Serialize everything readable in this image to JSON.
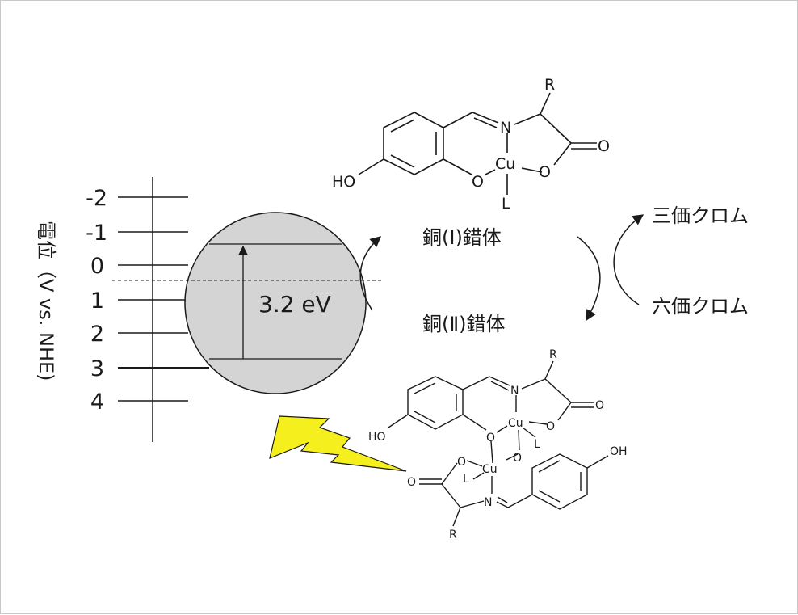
{
  "energy_axis": {
    "label": "電位（V vs. NHE)",
    "ticks": [
      "-2",
      "-1",
      "0",
      "1",
      "2",
      "3",
      "4"
    ]
  },
  "band_gap": {
    "label": "3.2 eV"
  },
  "cycle": {
    "cu1_complex": "銅(Ⅰ)錯体",
    "cu2_complex": "銅(Ⅱ)錯体",
    "cr3": "三価クロム",
    "cr6": "六価クロム"
  },
  "molecule_top": {
    "substituent": "R",
    "nitrogen": "N",
    "metal": "Cu",
    "carbonyl_o": "O",
    "phenol_o": "O",
    "ring_o": "O",
    "ligand": "L",
    "hydroxyl": "HO"
  },
  "molecule_dimer": {
    "r_top": "R",
    "n_top": "N",
    "cu_top": "Cu",
    "o_carbonyl_top": "O",
    "o_ring_top": "O",
    "o_phenol_top": "O",
    "l_top": "L",
    "ho_top": "HO",
    "r_bottom": "R",
    "n_bottom": "N",
    "cu_bottom": "Cu",
    "o_carbonyl_bottom": "O",
    "o_ring_bottom": "O",
    "o_phenol_bottom": "O",
    "l_bottom": "L",
    "oh_bottom": "OH"
  },
  "colors": {
    "particle_fill": "#d4d4d4",
    "lightning_fill": "#f5ef1e",
    "line": "#1a1a1a"
  }
}
